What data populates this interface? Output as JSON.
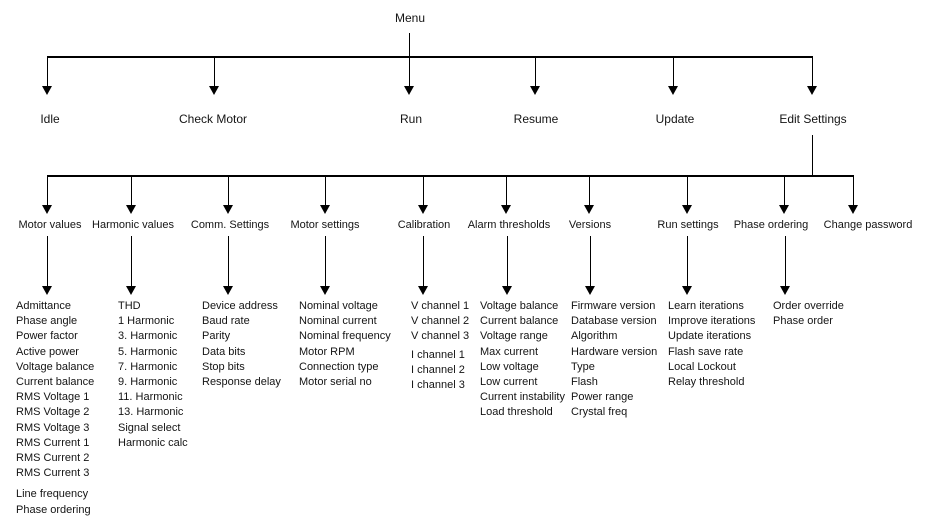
{
  "root": {
    "label": "Menu"
  },
  "level2": [
    {
      "label": "Idle"
    },
    {
      "label": "Check Motor"
    },
    {
      "label": "Run"
    },
    {
      "label": "Resume"
    },
    {
      "label": "Update"
    },
    {
      "label": "Edit Settings"
    }
  ],
  "level3": [
    {
      "label": "Motor values",
      "items": [
        "Admittance",
        "Phase angle",
        "Power factor",
        "Active power",
        "Voltage balance",
        "Current balance",
        "RMS Voltage 1",
        "RMS Voltage 2",
        "RMS Voltage 3",
        "RMS Current 1",
        "RMS Current 2",
        "RMS Current 3",
        "Line frequency",
        "Phase ordering"
      ]
    },
    {
      "label": "Harmonic values",
      "items": [
        "THD",
        "1 Harmonic",
        "3. Harmonic",
        "5. Harmonic",
        "7. Harmonic",
        "9. Harmonic",
        "11. Harmonic",
        "13. Harmonic",
        "Signal select",
        "Harmonic calc"
      ]
    },
    {
      "label": "Comm. Settings",
      "items": [
        "Device address",
        "Baud rate",
        "Parity",
        "Data bits",
        "Stop bits",
        "Response delay"
      ]
    },
    {
      "label": "Motor settings",
      "items": [
        "Nominal voltage",
        "Nominal current",
        "Nominal frequency",
        "Motor RPM",
        "Connection type",
        "Motor serial no"
      ]
    },
    {
      "label": "Calibration",
      "items": [
        "V channel 1",
        "V channel 2",
        "V channel 3",
        "I channel 1",
        "I channel 2",
        "I channel 3"
      ]
    },
    {
      "label": "Alarm thresholds",
      "items": [
        "Voltage balance",
        "Current balance",
        "Voltage range",
        "Max current",
        "Low voltage",
        "Low current",
        "Current instability",
        "Load threshold"
      ]
    },
    {
      "label": "Versions",
      "items": [
        "Firmware version",
        "Database version",
        "Algorithm",
        "Hardware version",
        "Type",
        "Flash",
        "Power range",
        "Crystal freq"
      ]
    },
    {
      "label": "Run settings",
      "items": [
        "Learn iterations",
        "Improve iterations",
        "Update iterations",
        "Flash save rate",
        "Local Lockout",
        "Relay threshold"
      ]
    },
    {
      "label": "Phase ordering",
      "items": [
        "Order override",
        "Phase order"
      ]
    },
    {
      "label": "Change password",
      "items": []
    }
  ],
  "colors": {
    "line": "#000000",
    "text": "#141414",
    "background": "#ffffff"
  }
}
